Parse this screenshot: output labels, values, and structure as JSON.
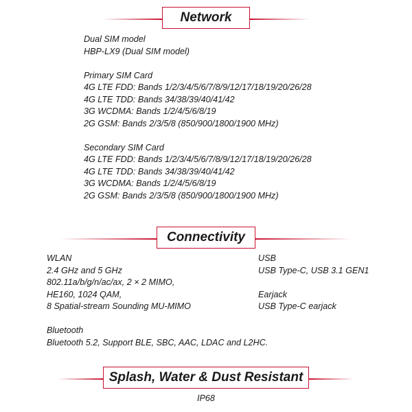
{
  "network": {
    "title": "Network",
    "model_label": "Dual SIM model",
    "model_value": "HBP-LX9 (Dual SIM model)",
    "primary": {
      "label": "Primary SIM Card",
      "lines": [
        "4G LTE FDD: Bands 1/2/3/4/5/6/7/8/9/12/17/18/19/20/26/28",
        "4G LTE TDD: Bands 34/38/39/40/41/42",
        "3G WCDMA: Bands 1/2/4/5/6/8/19",
        "2G GSM: Bands 2/3/5/8 (850/900/1800/1900 MHz)"
      ]
    },
    "secondary": {
      "label": "Secondary SIM Card",
      "lines": [
        "4G LTE FDD: Bands 1/2/3/4/5/6/7/8/9/12/17/18/19/20/26/28",
        "4G LTE TDD: Bands 34/38/39/40/41/42",
        "3G WCDMA: Bands 1/2/4/5/6/8/19",
        "2G GSM: Bands 2/3/5/8 (850/900/1800/1900 MHz)"
      ]
    }
  },
  "connectivity": {
    "title": "Connectivity",
    "wlan": {
      "label": "WLAN",
      "lines": [
        "2.4 GHz and 5 GHz",
        "802.11a/b/g/n/ac/ax, 2 × 2 MIMO,",
        "HE160, 1024 QAM,",
        "8 Spatial-stream Sounding MU-MIMO"
      ]
    },
    "bluetooth": {
      "label": "Bluetooth",
      "value": "Bluetooth 5.2, Support BLE, SBC, AAC, LDAC and L2HC."
    },
    "usb": {
      "label": "USB",
      "value": "USB Type-C, USB 3.1 GEN1"
    },
    "earjack": {
      "label": "Earjack",
      "value": "USB Type-C earjack"
    }
  },
  "resistance": {
    "title": "Splash, Water & Dust Resistant",
    "value": "IP68"
  },
  "colors": {
    "accent": "#c8102e",
    "text": "#1a1a1a"
  }
}
